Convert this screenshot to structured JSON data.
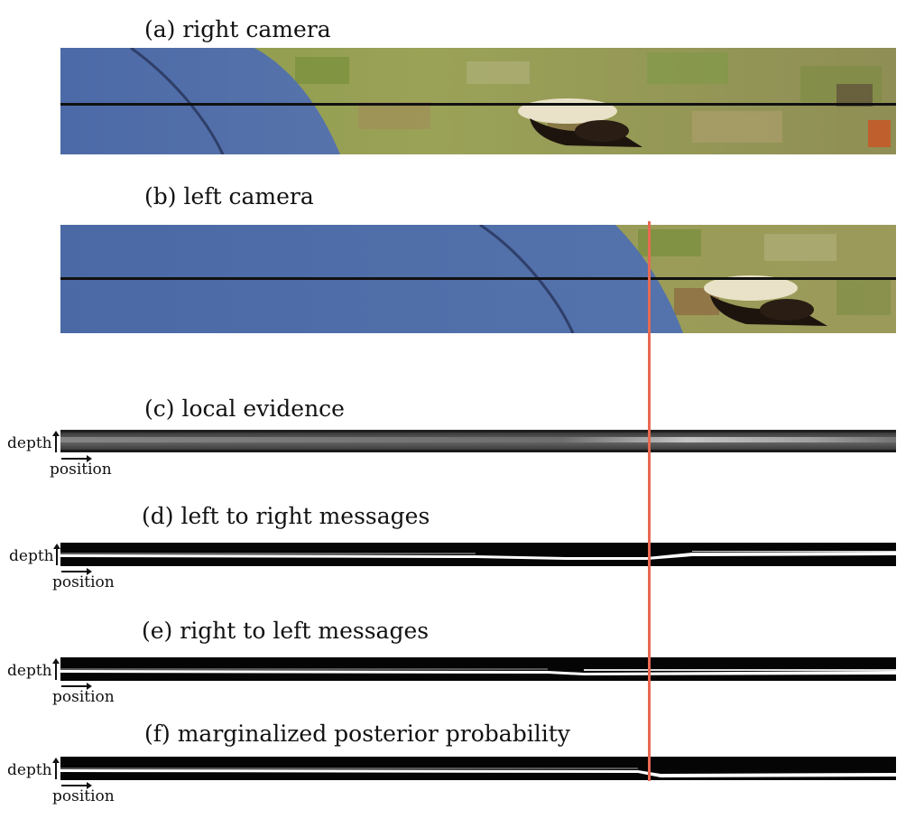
{
  "captions": {
    "a": "(a) right camera",
    "b": "(b) left camera",
    "c": "(c) local evidence",
    "d": "(d) left to right messages",
    "e": "(e) right to left messages",
    "f": "(f) marginalized posterior probability"
  },
  "axes": {
    "depth": "depth",
    "position": "position"
  },
  "colors": {
    "tarp_blue": "#4a6aa8",
    "marker_line": "#e86a52",
    "scanline": "#111111"
  }
}
